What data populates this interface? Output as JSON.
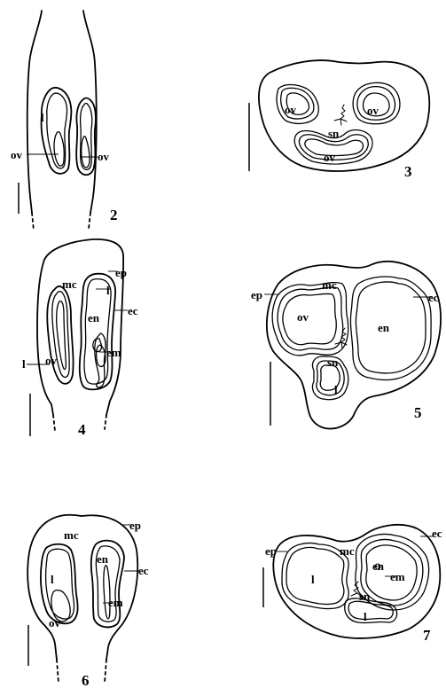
{
  "figures": [
    {
      "number": "2",
      "labels": [
        "l",
        "ov",
        "ov"
      ]
    },
    {
      "number": "3",
      "labels": [
        "ov",
        "ov",
        "sn",
        "ov"
      ]
    },
    {
      "number": "4",
      "labels": [
        "ep",
        "mc",
        "l",
        "en",
        "ec",
        "l",
        "ov",
        "em"
      ]
    },
    {
      "number": "5",
      "labels": [
        "ep",
        "mc",
        "ec",
        "ov",
        "en",
        "sn",
        "l"
      ]
    },
    {
      "number": "6",
      "labels": [
        "ep",
        "mc",
        "en",
        "ec",
        "l",
        "em",
        "ov"
      ]
    },
    {
      "number": "7",
      "labels": [
        "ep",
        "ec",
        "mc",
        "en",
        "l",
        "em",
        "sn",
        "l"
      ]
    }
  ]
}
